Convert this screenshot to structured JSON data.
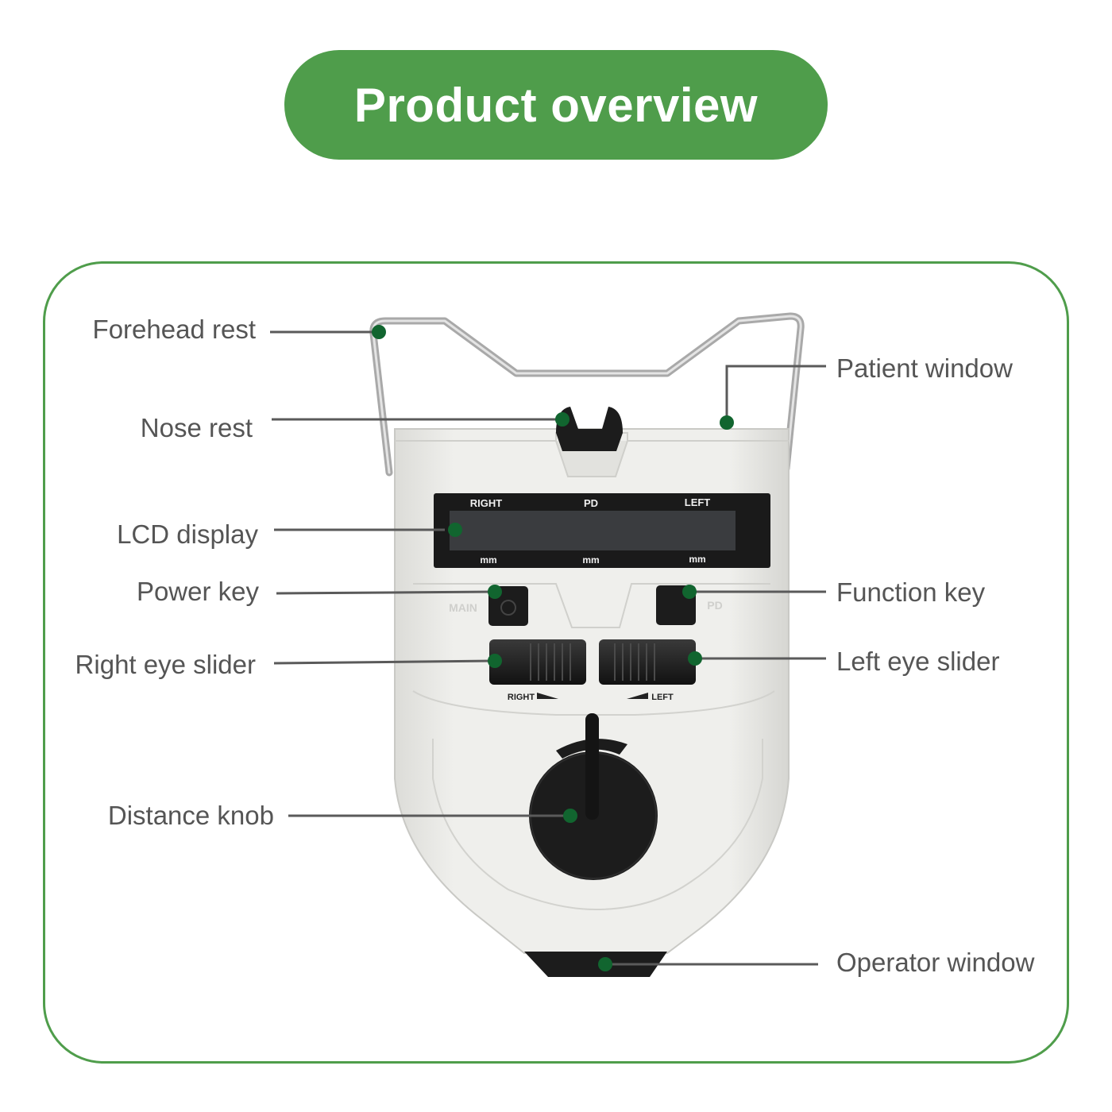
{
  "title": "Product overview",
  "colors": {
    "brand_green": "#4f9d4b",
    "dot_green": "#11652f",
    "label_gray": "#555555",
    "body_white": "#ecece9",
    "knob_black": "#1c1c1c"
  },
  "device": {
    "lcd": {
      "top_labels": [
        "RIGHT",
        "PD",
        "LEFT"
      ],
      "unit_labels": [
        "mm",
        "mm",
        "mm"
      ]
    },
    "keys": {
      "main_label": "MAIN",
      "pd_label": "PD"
    },
    "sliders": {
      "right_label": "RIGHT",
      "left_label": "LEFT"
    }
  },
  "callouts": [
    {
      "id": "forehead-rest",
      "label": "Forehead rest",
      "icon": "dot"
    },
    {
      "id": "nose-rest",
      "label": "Nose rest",
      "icon": "dot"
    },
    {
      "id": "lcd-display",
      "label": "LCD display",
      "icon": "dot"
    },
    {
      "id": "power-key",
      "label": "Power key",
      "icon": "dot"
    },
    {
      "id": "right-eye-slider",
      "label": "Right eye slider",
      "icon": "dot"
    },
    {
      "id": "distance-knob",
      "label": "Distance knob",
      "icon": "dot"
    },
    {
      "id": "patient-window",
      "label": "Patient window",
      "icon": "dot"
    },
    {
      "id": "function-key",
      "label": "Function key",
      "icon": "dot"
    },
    {
      "id": "left-eye-slider",
      "label": "Left eye slider",
      "icon": "dot"
    },
    {
      "id": "operator-window",
      "label": "Operator window",
      "icon": "dot"
    }
  ]
}
